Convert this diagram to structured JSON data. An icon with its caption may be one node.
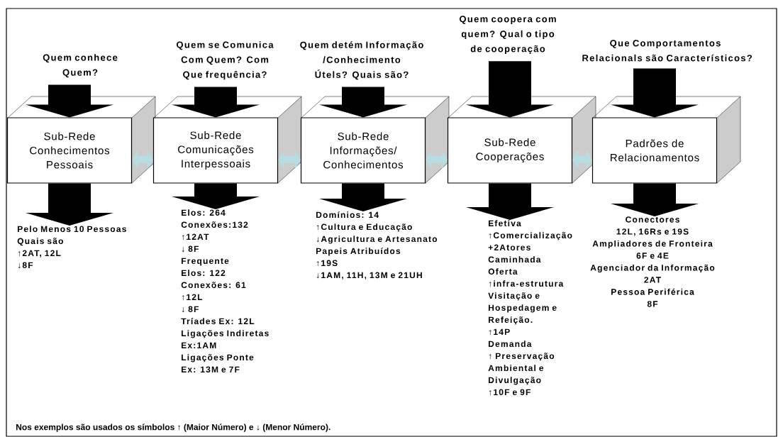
{
  "diagram": {
    "nodes": [
      {
        "text": [
          "Sub-Rede Conhecimentos Pessoais"
        ]
      },
      {
        "text": [
          "Sub-Rede Comunicações Interpessoais"
        ]
      },
      {
        "text": [
          "Sub-Rede Informações/ Conhecimentos"
        ]
      },
      {
        "text": [
          "Sub-Rede Cooperações"
        ]
      },
      {
        "text": [
          "Padrões de Relacionamentos"
        ]
      },
      {
        "text": [
          "Quem conhece Quem?"
        ]
      },
      {
        "text": [
          "Quem se Comunica Com Quem? Com Que frequência?"
        ]
      },
      {
        "text": [
          "Quem detém Informação /Conhecimento Útels? Quais são?"
        ]
      },
      {
        "text": [
          "Quem coopera com quem? Qual o tipo de cooperação"
        ]
      },
      {
        "text": [
          "Que Comportamentos Relacionals são Característicos?"
        ]
      },
      {
        "text": [
          "Pelo Menos 10 Pessoas",
          "Quais são",
          "↑2AT, 12L",
          "↓8F"
        ]
      },
      {
        "text": [
          "Elos: 264",
          "Conexões:132",
          "↑12AT",
          "↓ 8F",
          "Frequente",
          "Elos: 122",
          "Conexões: 61",
          "↑12L",
          "↓ 8F",
          "Tríades Ex: 12L",
          "Ligações Indiretas",
          "Ex:1AM",
          "Ligações Ponte",
          "Ex: 13M e 7F"
        ]
      },
      {
        "text": [
          "Domínios: 14",
          "↑Cultura e Educação",
          "↓Agricultura e Artesanato",
          "Papeis Atribuídos",
          "↑19S",
          "↓1AM, 11H, 13M e 21UH"
        ]
      },
      {
        "text": [
          "Efetiva",
          "↑Comercialização",
          "+2Atores",
          "Caminhada",
          "Oferta",
          "↑infra-estrutura",
          "Visitação e Hospedagem e Refeição.",
          "↑14P",
          "Demanda",
          "↑ Preservação Ambiental e Divulgação",
          "↑10F e 9F"
        ]
      },
      {
        "text": [
          "Conectores",
          "12L, 16Rs e 19S",
          "Ampliadores de Fronteira",
          "6F e 4E",
          "Agenciador da Informação",
          "2AT",
          "Pessoa Periférica",
          "8F"
        ]
      }
    ],
    "edges": [
      {
        "from": 5,
        "to": 0,
        "arrow": "to"
      },
      {
        "from": 6,
        "to": 1,
        "arrow": "to"
      },
      {
        "from": 7,
        "to": 2,
        "arrow": "to"
      },
      {
        "from": 8,
        "to": 3,
        "arrow": "to"
      },
      {
        "from": 9,
        "to": 4,
        "arrow": "to"
      },
      {
        "from": 0,
        "to": 10,
        "arrow": "to"
      },
      {
        "from": 1,
        "to": 11,
        "arrow": "to"
      },
      {
        "from": 2,
        "to": 12,
        "arrow": "to"
      },
      {
        "from": 3,
        "to": 13,
        "arrow": "to"
      },
      {
        "from": 4,
        "to": 14,
        "arrow": "to"
      },
      {
        "from": 0,
        "to": 1,
        "arrow": "both",
        "color": "#b7dde3"
      },
      {
        "from": 1,
        "to": 2,
        "arrow": "both",
        "color": "#b7dde3"
      },
      {
        "from": 2,
        "to": 3,
        "arrow": "both",
        "color": "#b7dde3"
      },
      {
        "from": 3,
        "to": 4,
        "arrow": "both",
        "color": "#b7dde3"
      }
    ],
    "labels": [
      "Nos exemplos são usados os símbolos ↑ (Maior Número) e ↓ (Menor Número)."
    ]
  }
}
